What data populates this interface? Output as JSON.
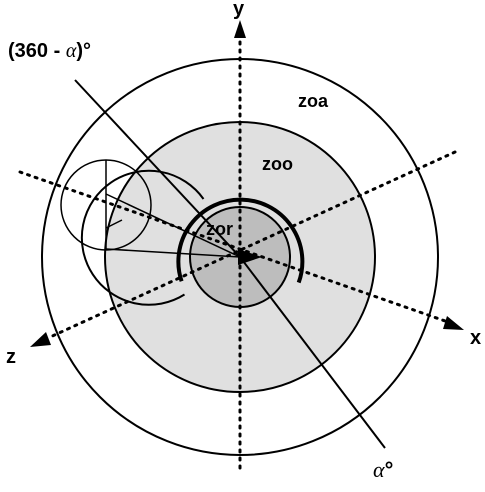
{
  "zones": {
    "outer": {
      "label": "zoa",
      "fill": "#ffffff"
    },
    "middle": {
      "label": "zoo",
      "fill": "#e0e0e0"
    },
    "inner": {
      "label": "zor",
      "fill": "#bdbdbd"
    }
  },
  "axes": {
    "x": "x",
    "y": "y",
    "z": "z"
  },
  "angles": {
    "complement": {
      "prefix": "(360 - ",
      "symbol": "α",
      "suffix": ")°"
    },
    "alpha": {
      "symbol": "α",
      "unit": "°"
    }
  },
  "colors": {
    "stroke": "#000000",
    "outer_fill": "#ffffff",
    "middle_fill": "#e0e0e0",
    "inner_fill": "#bdbdbd"
  }
}
